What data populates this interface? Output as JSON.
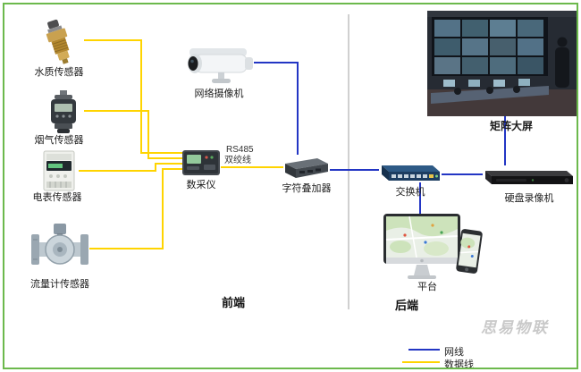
{
  "sections": {
    "frontend": "前端",
    "backend": "后端"
  },
  "nodes": {
    "water_sensor": "水质传感器",
    "smoke_sensor": "烟气传感器",
    "meter_sensor": "电表传感器",
    "flow_sensor": "流量计传感器",
    "camera": "网络摄像机",
    "collector": "数采仪",
    "overlay": "字符叠加器",
    "switch": "交换机",
    "dvr": "硬盘录像机",
    "matrix_screen": "矩阵大屏",
    "platform": "平台"
  },
  "annotations": {
    "rs485": "RS485",
    "twisted_pair": "双绞线"
  },
  "legend": {
    "network_cable": "网线",
    "data_cable": "数据线"
  },
  "watermark": "思易物联",
  "colors": {
    "frame_green": "#6cb94c",
    "data_line_yellow": "#ffd400",
    "network_line_blue": "#2336c4",
    "divider_gray": "#a0a0a0"
  }
}
